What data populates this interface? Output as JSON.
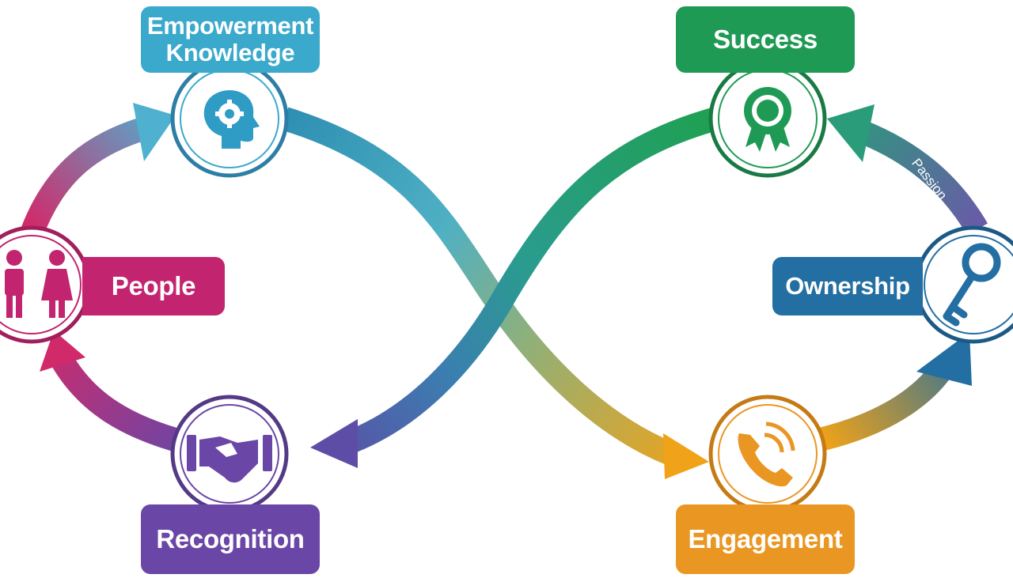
{
  "nodes": {
    "empowerment": {
      "lines": [
        "Empowerment",
        "Knowledge"
      ],
      "color": "#3aa9cc",
      "icon": "head-gear-icon"
    },
    "success": {
      "label": "Success",
      "color": "#1f9a55",
      "icon": "award-ribbon-icon"
    },
    "people": {
      "label": "People",
      "color": "#c2246f",
      "icon": "people-icon"
    },
    "ownership": {
      "label": "Ownership",
      "color": "#236ea2",
      "icon": "key-icon"
    },
    "recognition": {
      "label": "Recognition",
      "color": "#6a46a6",
      "icon": "handshake-icon"
    },
    "engagement": {
      "label": "Engagement",
      "color": "#ea9623",
      "icon": "phone-signal-icon"
    }
  },
  "connector": {
    "label": "Passion",
    "color": "#6a5aa8"
  }
}
